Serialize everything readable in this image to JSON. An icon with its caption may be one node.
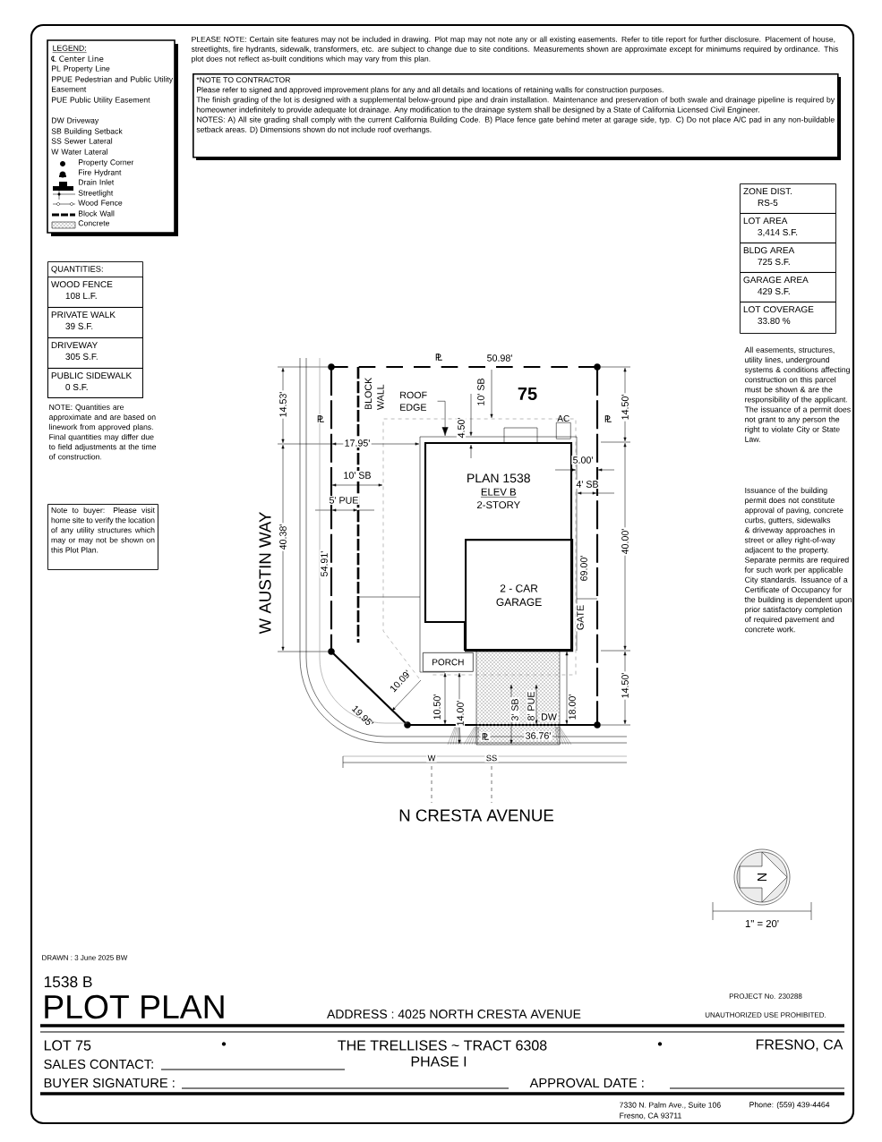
{
  "diagram": {
    "title": "PLOT PLAN",
    "nodes": [
      {
        "text": [
          "*NOTE TO CONTRACTOR",
          "Please refer to signed and approved improvement plans for any and all details and locations of retaining walls for construction purposes.",
          "The finish grading of the lot is designed with a supplemental below-ground pipe and drain installation. Maintenance and preservation of both swale and drainage pipeline is required by homeowner indefinitely to provide adequate lot drainage. Any modification to the drainage system shall be designed by a State of California Licensed Civil Engineer.",
          "NOTES: A) All site grading shall comply with the current California Building Code. B) Place fence gate behind meter at garage side, typ. C) Do not place A/C pad in any non-buildable setback areas. D) Dimensions shown do not include roof overhangs."
        ]
      },
      {
        "text": [
          "QUANTITIES:"
        ]
      },
      {
        "text": [
          "WOOD FENCE",
          "108 L.F."
        ],
        "in": 1
      },
      {
        "text": [
          "PRIVATE WALK",
          "39 S.F."
        ],
        "in": 1
      },
      {
        "text": [
          "DRIVEWAY",
          "305 S.F."
        ],
        "in": 1
      },
      {
        "text": [
          "PUBLIC SIDEWALK",
          "0 S.F."
        ],
        "in": 1
      },
      {
        "text": [
          "Note to buyer: Please visit home site to verify the location of any utility structures which may or may not be shown on this Plot Plan."
        ]
      },
      {
        "text": [
          "ZONE DIST.",
          "RS-5"
        ]
      },
      {
        "text": [
          "LOT AREA",
          "3,414 S.F."
        ]
      },
      {
        "text": [
          "BLDG AREA",
          "725 S.F."
        ]
      },
      {
        "text": [
          "GARAGE AREA",
          "429 S.F."
        ]
      },
      {
        "text": [
          "LOT COVERAGE",
          "33.80 %"
        ]
      },
      {
        "text": [],
        "shape": "box"
      },
      {
        "text": [
          "PLAN 1538",
          "ELEV B",
          "2-STORY"
        ],
        "in": 12
      },
      {
        "text": [
          "2 - CAR GARAGE"
        ],
        "in": 13
      },
      {
        "text": [
          "PORCH"
        ],
        "in": 12
      },
      {
        "text": [
          "AC"
        ]
      },
      {
        "text": [
          "ROOF EDGE"
        ]
      }
    ],
    "edges": [
      {
        "from": 17,
        "to": 12,
        "arrow": "to"
      }
    ],
    "labels": [
      "PLEASE NOTE: Certain site features may not be included in drawing. Plot map may not note any or all existing easements. Refer to title report for further disclosure. Placement of house, streetlights, fire hydrants, sidewalk, transformers, etc. are subject to change due to site conditions. Measurements shown are approximate except for minimums required by ordinance. This plot does not reflect as-built conditions which may vary from this plan.",
      "LEGEND:",
      "NOTE: Quantities are approximate and are based on linework from approved plans. Final quantities may differ due to field adjustments at the time of construction.",
      "All easements, structures, utility lines, underground systems & conditions affecting construction on this parcel must be shown & are the responsibility of the applicant. The issuance of a permit does not grant to any person the right to violate City or State Law.",
      "Issuance of the building permit does not constitute approval of paving, concrete curbs, gutters, sidewalks & driveway approaches in street or alley right-of-way adjacent to the property. Separate permits are required for such work per applicable City standards. Issuance of a Certificate of Occupancy for the building is dependent upon prior satisfactory completion of required pavement and concrete work.",
      "PL",
      "50.98'",
      "14.53'",
      "BLOCK WALL",
      "10' SB",
      "75",
      "14.50'",
      "PL",
      "17.95'",
      "4.50'",
      "PL",
      "10' SB",
      "5.00'",
      "4' SB",
      "5' PUE",
      "W AUSTIN WAY",
      "40.38'",
      "54.91'",
      "69.00'",
      "40.00'",
      "GATE",
      "19.95'",
      "10.09'",
      "10.50'",
      "14.00'",
      "3' SB",
      "8' PUE",
      "DW",
      "18.00'",
      "14.50'",
      "PL",
      "36.76'",
      "W",
      "SS",
      "N CRESTA AVENUE",
      "N",
      "1\" = 20'",
      "DRAWN : 3 June 2025 BW",
      "1538 B",
      "ADDRESS : 4025 NORTH CRESTA AVENUE",
      "PROJECT No. 230288",
      "UNAUTHORIZED USE PROHIBITED.",
      "LOT 75",
      "•",
      "THE TRELLISES ~ TRACT 6308",
      "PHASE I",
      "•",
      "FRESNO, CA",
      "SALES CONTACT:",
      "BUYER SIGNATURE :",
      "APPROVAL DATE :",
      "7330 N. Palm Ave., Suite 106",
      "Phone: (559) 439-4464",
      "Fresno, CA 93711"
    ],
    "legend": [
      {
        "text": "℄ Center Line"
      },
      {
        "text": "PL Property Line"
      },
      {
        "text": "PPUE Pedestrian and Public Utility Easement"
      },
      {
        "text": "PUE Public Utility Easement"
      },
      {
        "text": "DW Driveway"
      },
      {
        "text": "SB Building Setback"
      },
      {
        "text": "SS Sewer Lateral"
      },
      {
        "text": "W Water Lateral"
      },
      {
        "text": "Property Corner"
      },
      {
        "text": "Fire Hydrant"
      },
      {
        "text": "Drain Inlet"
      },
      {
        "text": "Streetlight"
      },
      {
        "text": "Wood Fence"
      },
      {
        "text": "Block Wall"
      },
      {
        "text": "Concrete"
      }
    ]
  }
}
